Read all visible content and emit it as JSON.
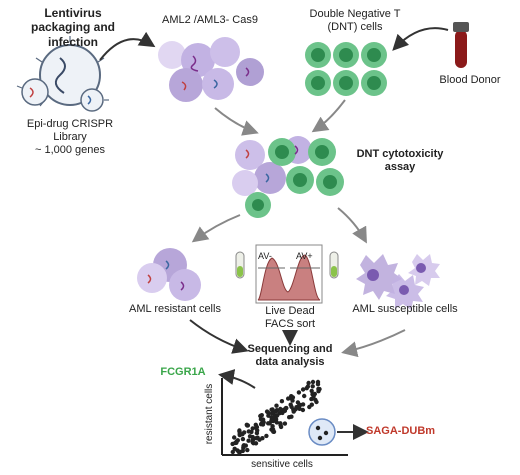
{
  "labels": {
    "lentivirus": "Lentivirus\npackaging and infection",
    "aml_cas9": "AML2 /AML3- Cas9",
    "dnt_cells": "Double Negative T\n(DNT) cells",
    "blood_donor": "Blood Donor",
    "library": "Epi-drug CRISPR\nLibrary\n~ 1,000 genes",
    "cytotoxicity": "DNT cytotoxicity\nassay",
    "facs_av_minus": "AV-",
    "facs_av_plus": "AV+",
    "resistant": "AML resistant cells",
    "susceptible": "AML susceptible cells",
    "facs_sort": "Live Dead\nFACS sort",
    "sequencing": "Sequencing and\ndata analysis",
    "fcgr1a": "FCGR1A",
    "saga": "SAGA-DUBm",
    "x_axis": "sensitive cells",
    "y_axis": "resistant cells"
  },
  "colors": {
    "fcgr1a": "#3aa64a",
    "saga": "#c0392b",
    "aml_cell": "#b7a6d9",
    "dnt_cell": "#6cc38a",
    "dnt_nucleus": "#2e8b4f",
    "blood": "#8b1a1a",
    "facs": "#c98080"
  }
}
